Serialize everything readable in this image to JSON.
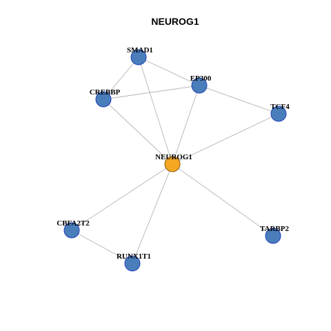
{
  "title": "NEUROG1",
  "colors": {
    "hub_fill": "#F5A623",
    "hub_stroke": "#8A5A00",
    "node_fill": "#4A7EBB",
    "node_stroke": "#1F3FB8",
    "edge": "#B4B4B4"
  },
  "nodes": [
    {
      "id": "NEUROG1",
      "label": "NEUROG1",
      "hub": true
    },
    {
      "id": "SMAD1",
      "label": "SMAD1"
    },
    {
      "id": "EP300",
      "label": "EP300"
    },
    {
      "id": "CREBBP",
      "label": "CREBBP"
    },
    {
      "id": "TCF4",
      "label": "TCF4"
    },
    {
      "id": "CBFA2T2",
      "label": "CBFA2T2"
    },
    {
      "id": "RUNX1T1",
      "label": "RUNX1T1"
    },
    {
      "id": "TARBP2",
      "label": "TARBP2"
    }
  ],
  "edges": [
    [
      "SMAD1",
      "EP300"
    ],
    [
      "SMAD1",
      "CREBBP"
    ],
    [
      "SMAD1",
      "NEUROG1"
    ],
    [
      "CREBBP",
      "EP300"
    ],
    [
      "CREBBP",
      "NEUROG1"
    ],
    [
      "EP300",
      "TCF4"
    ],
    [
      "EP300",
      "NEUROG1"
    ],
    [
      "TCF4",
      "NEUROG1"
    ],
    [
      "NEUROG1",
      "CBFA2T2"
    ],
    [
      "NEUROG1",
      "RUNX1T1"
    ],
    [
      "NEUROG1",
      "TARBP2"
    ],
    [
      "CBFA2T2",
      "RUNX1T1"
    ]
  ]
}
